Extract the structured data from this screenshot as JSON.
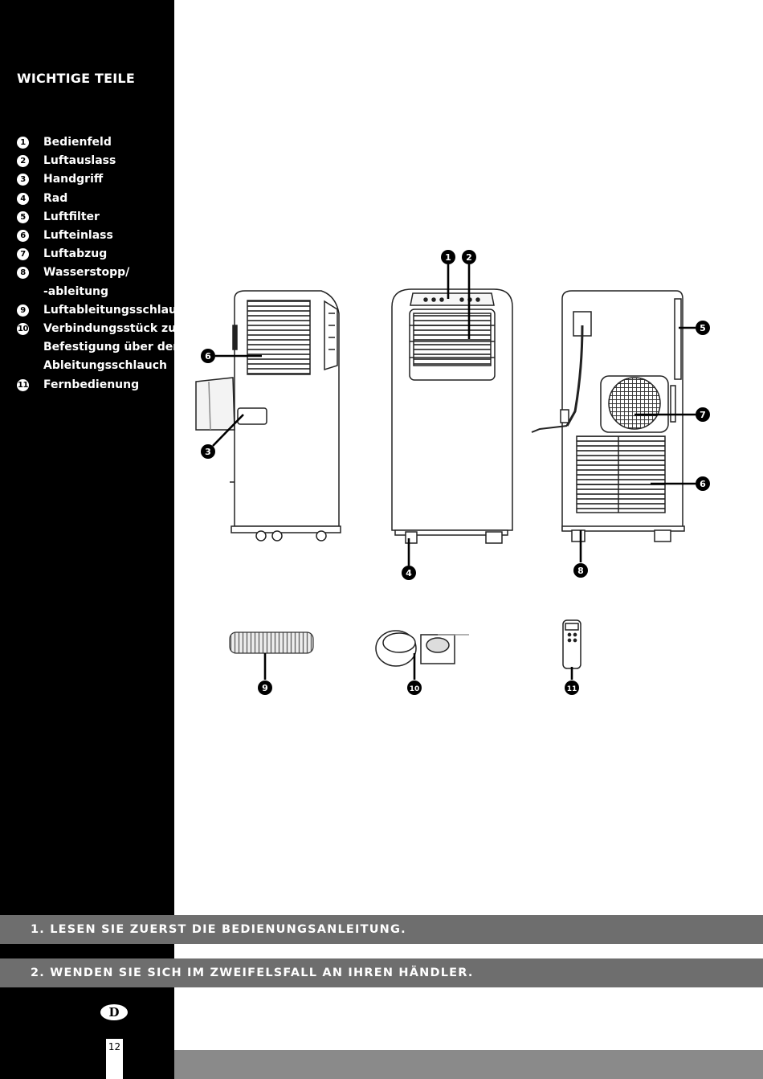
{
  "section_title": "WICHTIGE TEILE",
  "parts": [
    {
      "num": "1",
      "label": "Bedienfeld"
    },
    {
      "num": "2",
      "label": "Luftauslass"
    },
    {
      "num": "3",
      "label": "Handgriff"
    },
    {
      "num": "4",
      "label": "Rad"
    },
    {
      "num": "5",
      "label": "Luftfilter"
    },
    {
      "num": "6",
      "label": "Lufteinlass"
    },
    {
      "num": "7",
      "label": "Luftabzug"
    },
    {
      "num": "8",
      "label": "Wasserstopp/"
    },
    {
      "num": "",
      "label": "-ableitung"
    },
    {
      "num": "9",
      "label": "Luftableitungsschlauch"
    },
    {
      "num": "10",
      "label": "Verbindungsstück zur"
    },
    {
      "num": "",
      "label": "Befestigung über dem"
    },
    {
      "num": "",
      "label": "Ableitungsschlauch"
    },
    {
      "num": "11",
      "label": "Fernbedienung"
    }
  ],
  "callouts": [
    "1",
    "2",
    "3",
    "4",
    "5",
    "6",
    "7",
    "8",
    "9",
    "10",
    "11"
  ],
  "notes": [
    "1. LESEN SIE ZUERST DIE BEDIENUNGSANLEITUNG.",
    "2. WENDEN SIE SICH IM ZWEIFELSFALL AN IHREN HÄNDLER."
  ],
  "language_badge": "D",
  "page_number": "12",
  "colors": {
    "sidebar": "#000000",
    "bar": "#6e6e6e",
    "bottom_strip": "#8a8a8a"
  }
}
